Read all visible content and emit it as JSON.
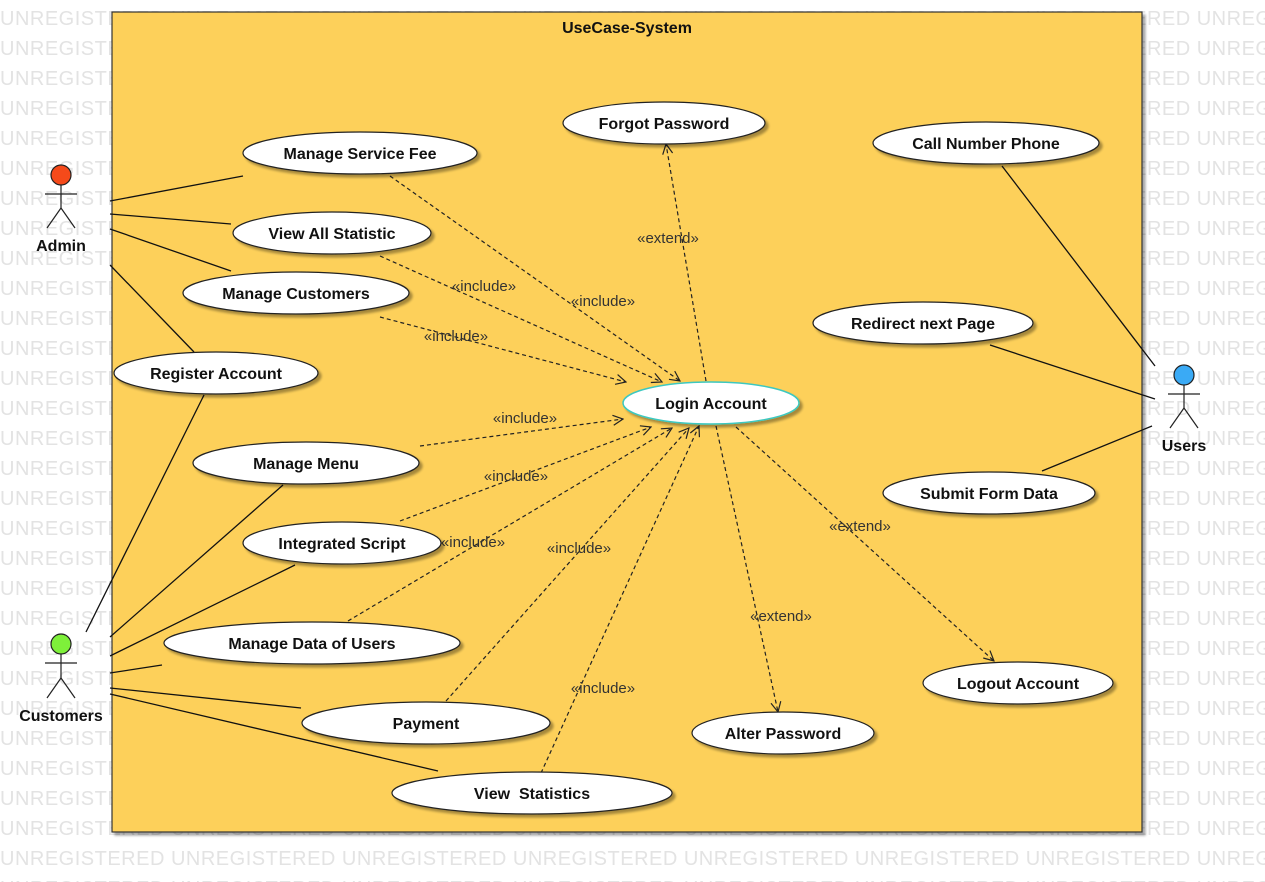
{
  "watermark_text": "UNREGISTERED",
  "system": {
    "title": "UseCase-System",
    "fill": "#fdd05a"
  },
  "actors": {
    "admin": {
      "name": "Admin",
      "head_color": "#f54a1a"
    },
    "customers": {
      "name": "Customers",
      "head_color": "#7ef03a"
    },
    "users": {
      "name": "Users",
      "head_color": "#3aaaf5"
    }
  },
  "use_cases": {
    "forgot_password": "Forgot Password",
    "manage_service_fee": "Manage Service Fee",
    "call_number_phone": "Call Number Phone",
    "view_all_statistic": "View All Statistic",
    "manage_customers": "Manage Customers",
    "redirect_next_page": "Redirect next Page",
    "register_account": "Register Account",
    "login_account": "Login Account",
    "manage_menu": "Manage Menu",
    "submit_form_data": "Submit Form Data",
    "integrated_script": "Integrated Script",
    "manage_data_of_users": "Manage Data of Users",
    "logout_account": "Logout Account",
    "payment": "Payment",
    "alter_password": "Alter Password",
    "view_statistics": "View  Statistics"
  },
  "stereotypes": {
    "include": "«include»",
    "extend": "«extend»"
  }
}
